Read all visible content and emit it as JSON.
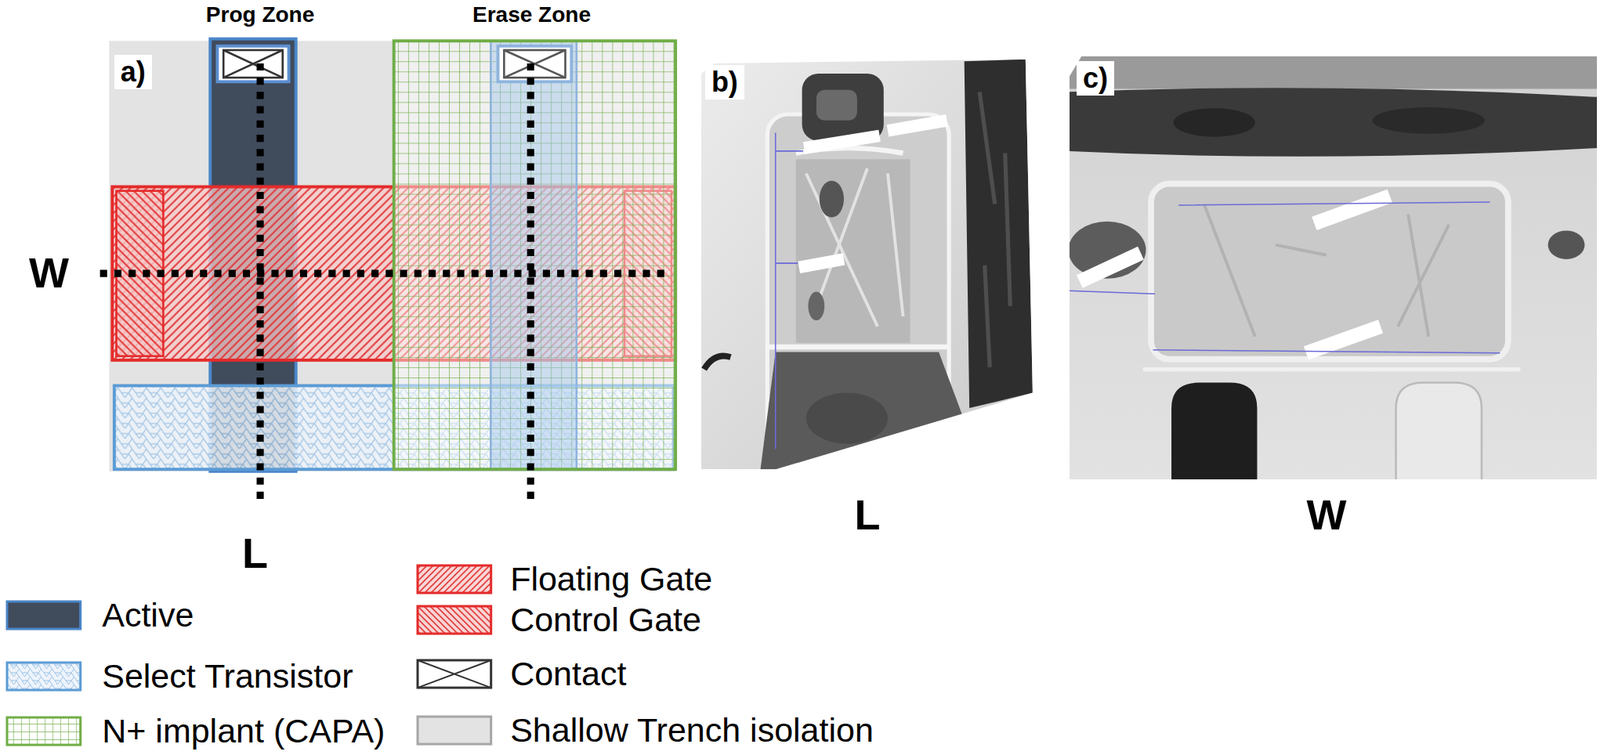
{
  "diagram": {
    "nodes": [
      {
        "text": [
          "a)"
        ]
      },
      {
        "text": [
          "b)"
        ]
      },
      {
        "text": [
          "c)"
        ]
      }
    ],
    "labels": [
      "Prog Zone",
      "Erase Zone",
      "W",
      "L",
      "L",
      "W"
    ],
    "legend": [
      {
        "text": "Active",
        "color": "#404b5c"
      },
      {
        "text": "Select Transistor"
      },
      {
        "text": "N+ implant (CAPA)"
      },
      {
        "text": "Floating Gate"
      },
      {
        "text": "Control Gate"
      },
      {
        "text": "Contact"
      },
      {
        "text": "Shallow Trench isolation",
        "color": "#e3e3e3"
      }
    ]
  }
}
